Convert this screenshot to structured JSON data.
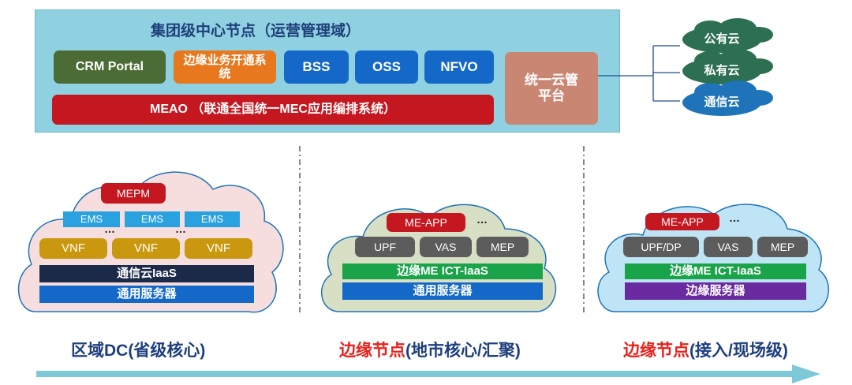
{
  "center": {
    "title": "集团级中心节点（运营管理域）",
    "crm": "CRM Portal",
    "edge_biz": "边缘业务开通系统",
    "bss": "BSS",
    "oss": "OSS",
    "nfvo": "NFVO",
    "meao": "MEAO （联通全国统一MEC应用编排系统）",
    "cloud_mgmt": "统一云管平台"
  },
  "clouds_right": {
    "public": "公有云",
    "private": "私有云",
    "telecom": "通信云"
  },
  "regional": {
    "mepm": "MEPM",
    "ems": [
      "EMS",
      "EMS",
      "EMS"
    ],
    "ellipsis": "…",
    "vnf": [
      "VNF",
      "VNF",
      "VNF"
    ],
    "iaas": "通信云IaaS",
    "server": "通用服务器",
    "label": "区域DC(省级核心)"
  },
  "edge_city": {
    "me_app": "ME-APP",
    "ellipsis": "…",
    "upf": "UPF",
    "vas": "VAS",
    "mep": "MEP",
    "iaas": "边缘ME ICT-IaaS",
    "server": "通用服务器",
    "label_red": "边缘节点",
    "label_rest": "(地市核心/汇聚)"
  },
  "edge_site": {
    "me_app": "ME-APP",
    "ellipsis": "…",
    "upf": "UPF/DP",
    "vas": "VAS",
    "mep": "MEP",
    "iaas": "边缘ME ICT-IaaS",
    "server": "边缘服务器",
    "label_red": "边缘节点",
    "label_rest": "(接入/现场级)"
  },
  "colors": {
    "panel": "#8fd1e0",
    "crm": "#4c6c35",
    "orange": "#e8781e",
    "blue": "#1469c8",
    "red": "#c4171f",
    "mgmt": "#c98673",
    "green_cloud": "#2d6f52",
    "blue_cloud": "#1f73b8",
    "navy": "#1c2a4a",
    "gold": "#c9980e",
    "ems": "#2aa2e0",
    "grey": "#5c5c5c",
    "green": "#1aa44a",
    "purple": "#6a2aa0",
    "arrow": "#7ec9d8"
  }
}
